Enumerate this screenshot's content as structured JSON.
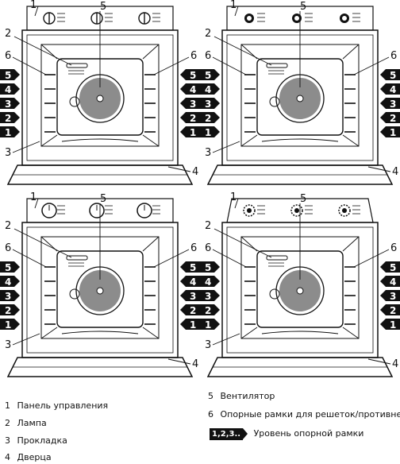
{
  "ovens": [
    {
      "control_style": "knobs-with-icons"
    },
    {
      "control_style": "rotary-dials"
    },
    {
      "control_style": "round-clocks"
    },
    {
      "control_style": "recessed-knobs"
    }
  ],
  "callouts": [
    "1",
    "2",
    "3",
    "4",
    "5",
    "6",
    "6"
  ],
  "levels": [
    "5",
    "4",
    "3",
    "2",
    "1"
  ],
  "legend": {
    "items": [
      {
        "num": "1",
        "label": "Панель управления"
      },
      {
        "num": "2",
        "label": "Лампа"
      },
      {
        "num": "3",
        "label": "Прокладка"
      },
      {
        "num": "4",
        "label": "Дверца"
      },
      {
        "num": "5",
        "label": "Вентилятор"
      },
      {
        "num": "6",
        "label": "Опорные рамки для решеток/противней"
      }
    ],
    "level_badge": "1,2,3..",
    "level_label": "Уровень опорной рамки"
  }
}
